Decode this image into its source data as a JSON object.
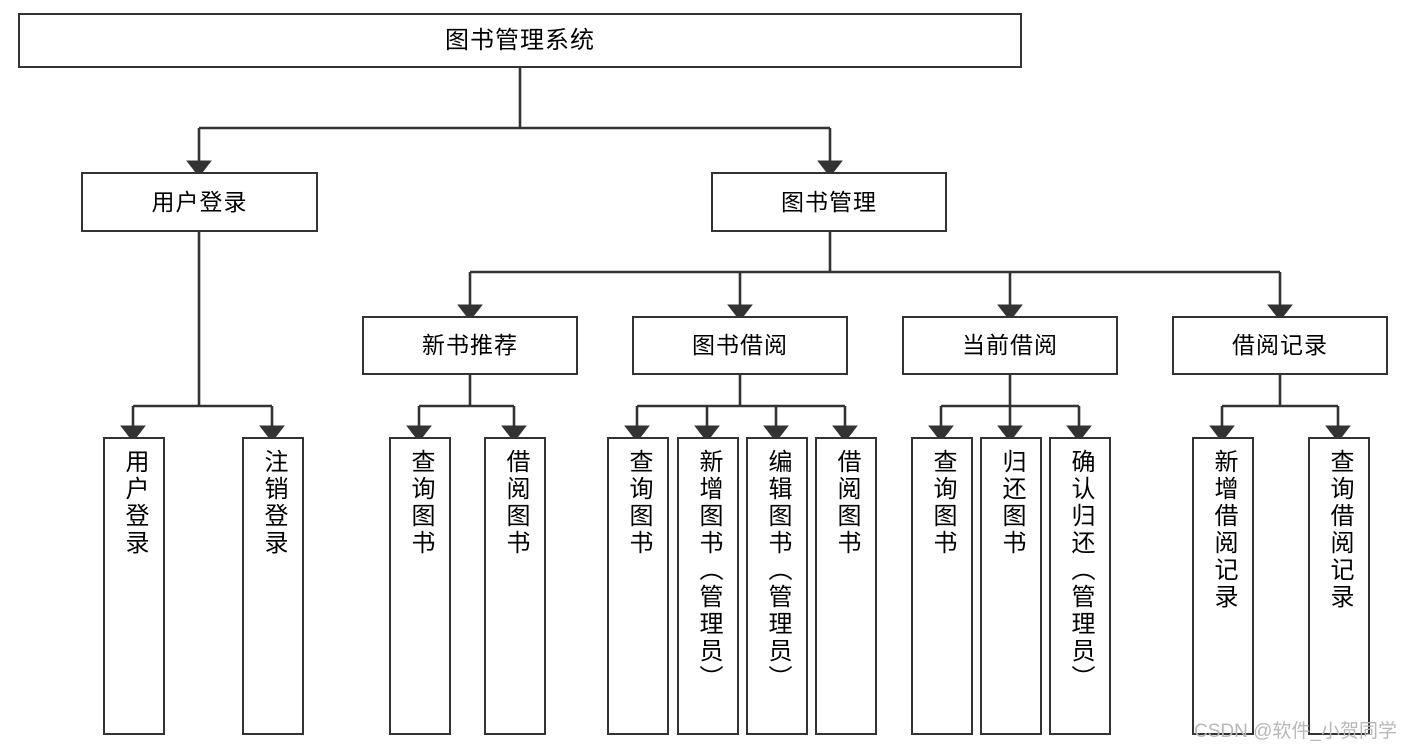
{
  "diagram": {
    "title": "图书管理系统",
    "type": "tree-hierarchy-chart",
    "root": {
      "id": "root",
      "label": "图书管理系统"
    },
    "level2": [
      {
        "id": "user-login",
        "label": "用户登录"
      },
      {
        "id": "book-management",
        "label": "图书管理"
      }
    ],
    "level3": [
      {
        "id": "new-book-recommend",
        "label": "新书推荐"
      },
      {
        "id": "book-borrow",
        "label": "图书借阅"
      },
      {
        "id": "current-borrow",
        "label": "当前借阅"
      },
      {
        "id": "borrow-record",
        "label": "借阅记录"
      }
    ],
    "leaves": [
      {
        "id": "leaf-user-login",
        "label": "用户登录",
        "parent": "user-login"
      },
      {
        "id": "leaf-user-logout",
        "label": "注销登录",
        "parent": "user-login"
      },
      {
        "id": "leaf-query-book-1",
        "label": "查询图书",
        "parent": "new-book-recommend"
      },
      {
        "id": "leaf-borrow-book-1",
        "label": "借阅图书",
        "parent": "new-book-recommend"
      },
      {
        "id": "leaf-query-book-2",
        "label": "查询图书",
        "parent": "book-borrow"
      },
      {
        "id": "leaf-add-book",
        "label": "新增图书（管理员）",
        "parent": "book-borrow"
      },
      {
        "id": "leaf-edit-book",
        "label": "编辑图书（管理员）",
        "parent": "book-borrow"
      },
      {
        "id": "leaf-borrow-book-2",
        "label": "借阅图书",
        "parent": "book-borrow"
      },
      {
        "id": "leaf-query-book-3",
        "label": "查询图书",
        "parent": "current-borrow"
      },
      {
        "id": "leaf-return-book",
        "label": "归还图书",
        "parent": "current-borrow"
      },
      {
        "id": "leaf-confirm-return",
        "label": "确认归还（管理员）",
        "parent": "current-borrow"
      },
      {
        "id": "leaf-add-record",
        "label": "新增借阅记录",
        "parent": "borrow-record"
      },
      {
        "id": "leaf-query-record",
        "label": "查询借阅记录",
        "parent": "borrow-record"
      }
    ],
    "colors": {
      "box_border": "#333333",
      "box_fill": "#ffffff",
      "connector": "#333333",
      "text": "#000000",
      "watermark": "#b8b8b8"
    }
  },
  "watermark": {
    "text": "CSDN @软件_小贺同学"
  }
}
